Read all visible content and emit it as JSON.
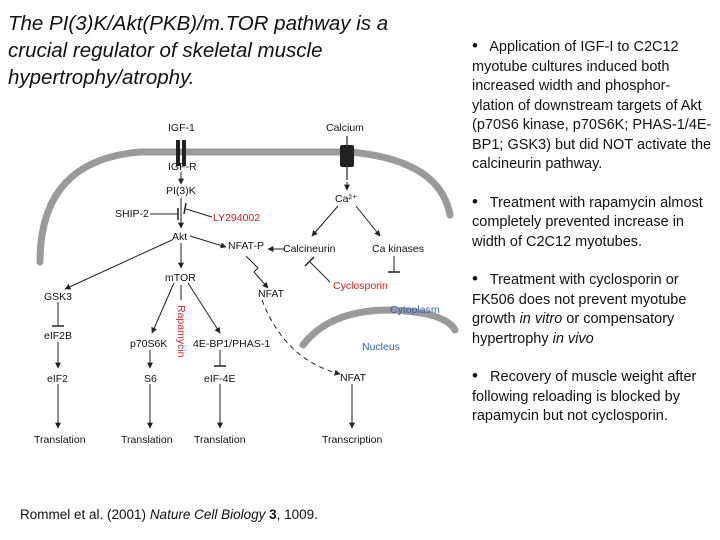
{
  "title": "The PI(3)K/Akt(PKB)/m.TOR pathway is a crucial regulator of skeletal muscle hypertrophy/atrophy.",
  "bullets": [
    {
      "bullet": "•",
      "segments": [
        {
          "text": "Application of IGF-I to C2C12 myotube cultures induced both increased width and phosphor-ylation of downstream targets of Akt (p70S6 kinase, p70S6K; PHAS-1/4E-BP1; GSK3) but did NOT activate the calcineurin pathway.",
          "italic": false
        }
      ]
    },
    {
      "bullet": "•",
      "segments": [
        {
          "text": "Treatment with rapamycin almost completely prevented increase in width of C2C12 myotubes.",
          "italic": false
        }
      ]
    },
    {
      "bullet": "•",
      "segments": [
        {
          "text": "Treatment with cyclosporin or FK506 does not prevent myotube growth ",
          "italic": false
        },
        {
          "text": "in vitro",
          "italic": true
        },
        {
          "text": " or compensatory hypertrophy ",
          "italic": false
        },
        {
          "text": "in vivo",
          "italic": true
        }
      ]
    },
    {
      "bullet": "•",
      "segments": [
        {
          "text": "Recovery of muscle weight after following reloading is blocked by rapamycin but not cyclosporin.",
          "italic": false
        }
      ]
    }
  ],
  "diagram": {
    "colors": {
      "membrane": "#9a9a9a",
      "inhibitor": "#cc2222",
      "compartment": "#3a5fa8",
      "line": "#222222"
    },
    "labels": {
      "igf1": "IGF-1",
      "igfr": "IGF-R",
      "pi3k": "PI(3)K",
      "ship2": "SHIP-2",
      "ly294002": "LY294002",
      "akt": "Akt",
      "mtor": "mTOR",
      "gsk3": "GSK3",
      "eif2b": "eIF2B",
      "eif2": "eIF2",
      "p70s6k": "p70S6K",
      "s6": "S6",
      "fourebp1": "4E-BP1/PHAS-1",
      "eif4e": "eIF-4E",
      "rapamycin": "Rapamycin",
      "calcium": "Calcium",
      "ca2": "Ca²⁺",
      "calcineurin": "Calcineurin",
      "cakinases": "Ca kinases",
      "nfatp": "NFAT-P",
      "nfat": "NFAT",
      "nfat_nucleus": "NFAT",
      "cyclosporin": "Cyclosporin",
      "cytoplasm": "Cytoplasm",
      "nucleus": "Nucleus",
      "translation1": "Translation",
      "translation2": "Translation",
      "translation3": "Translation",
      "transcription": "Transcription"
    }
  },
  "citation": {
    "authors": "Rommel et al. (2001) ",
    "journal": "Nature Cell Biology",
    "volume": "3",
    "pages": ", 1009."
  }
}
